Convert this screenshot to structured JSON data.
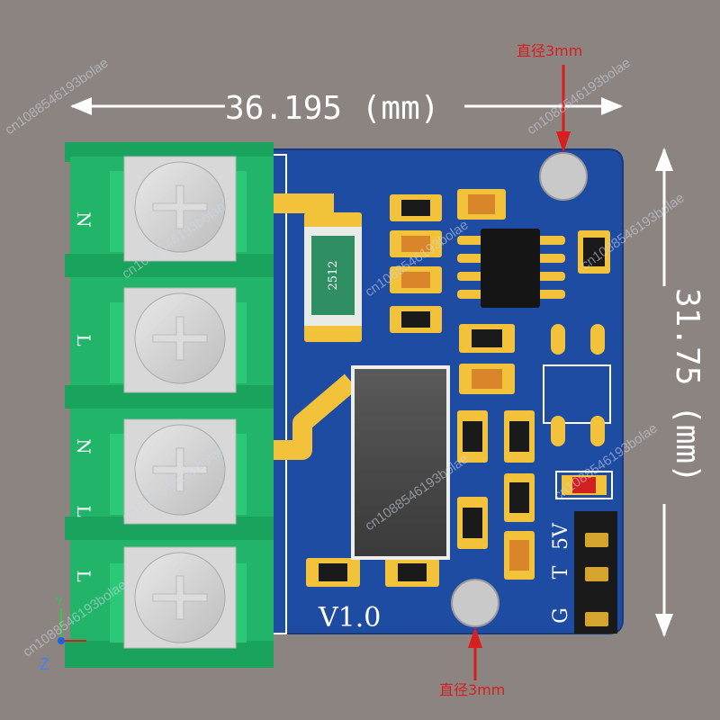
{
  "dimensions": {
    "width_label": "36.195 (mm)",
    "height_label": "31.75 (mm)"
  },
  "callouts": {
    "top_hole": "直径3mm",
    "bottom_hole": "直径3mm"
  },
  "board": {
    "version": "V1.0",
    "resistor_label": "2512",
    "header_labels": [
      "5V",
      "T",
      "G"
    ],
    "terminal_labels": [
      "N",
      "L",
      "N",
      "L",
      "L"
    ]
  },
  "watermark": "cn1088546193bolae",
  "axis": {
    "z_label": "Z",
    "y_label": "Y"
  },
  "colors": {
    "background": "#8c8480",
    "pcb": "#1f4ca3",
    "terminal": "#21b46a",
    "pad": "#f2c23a",
    "silk": "#ffffff"
  }
}
